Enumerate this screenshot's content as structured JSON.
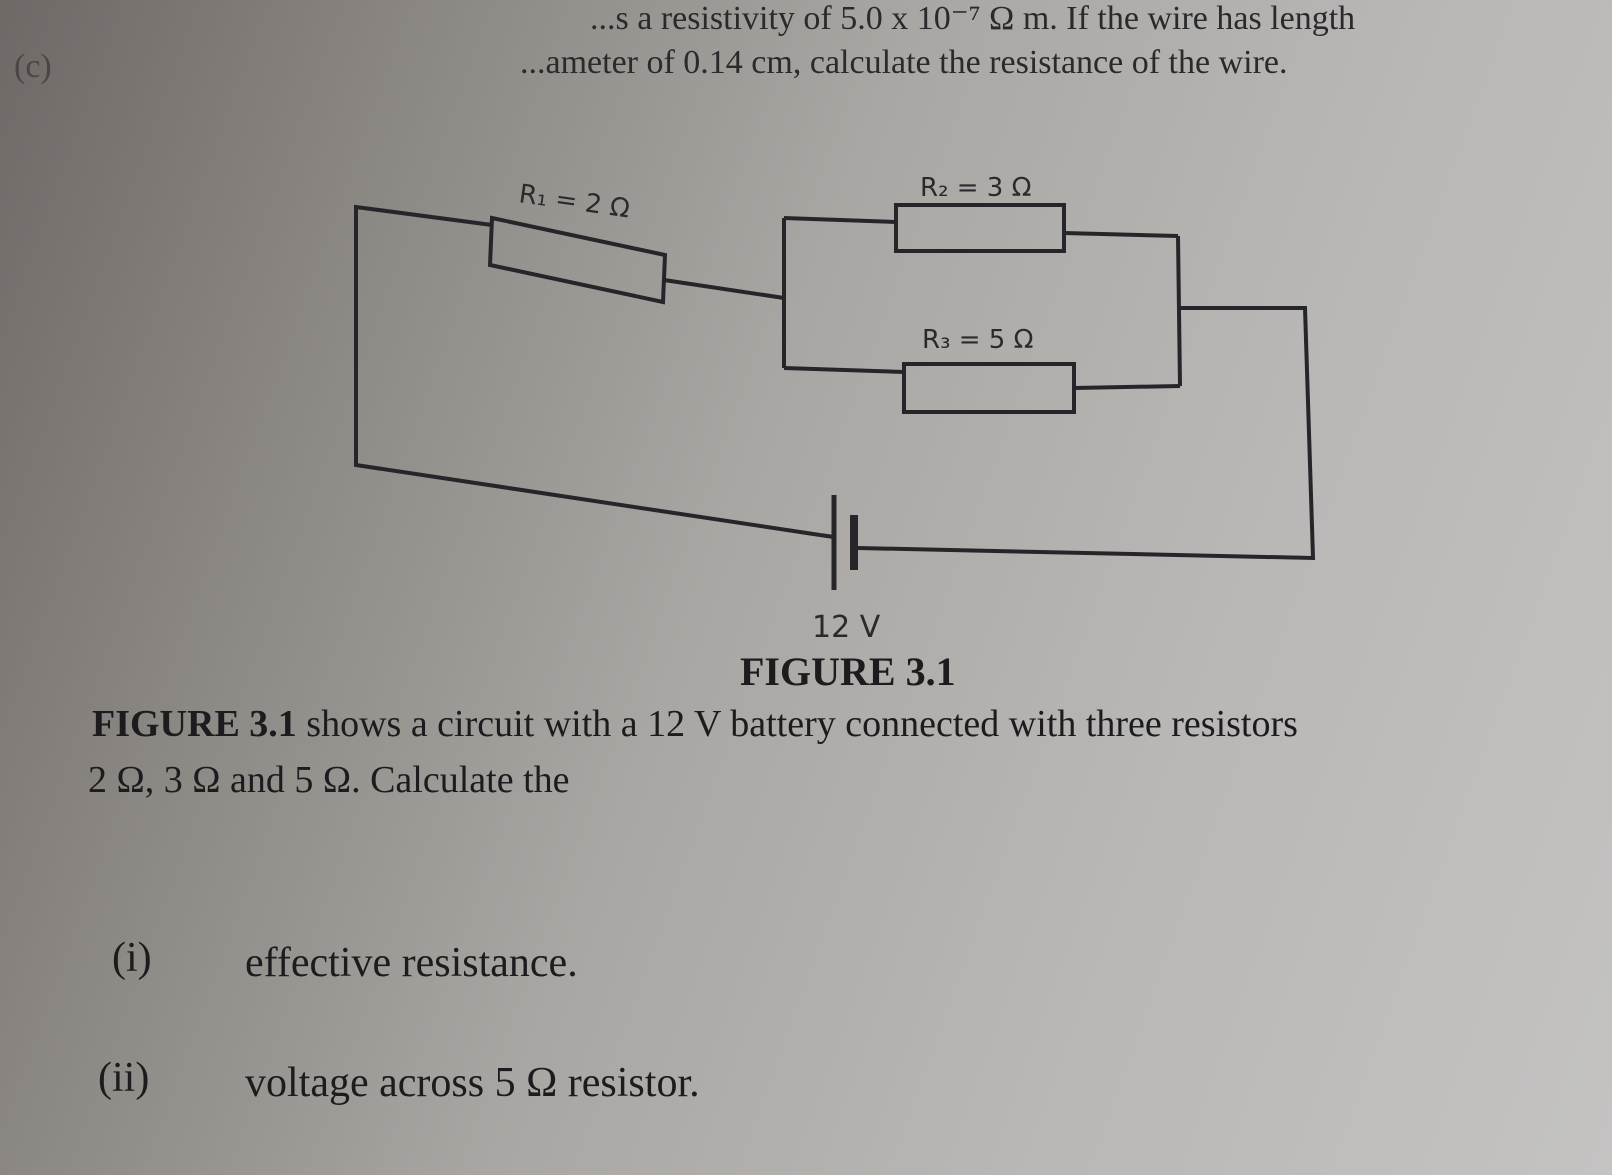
{
  "question_label": "(c)",
  "top_text": {
    "line1": "...s a resistivity of 5.0 x 10⁻⁷ Ω m. If the wire has length",
    "line2": "...ameter of 0.14 cm, calculate the resistance of the wire."
  },
  "circuit": {
    "r1_label": "R₁ = 2 Ω",
    "r2_label": "R₂ = 3 Ω",
    "r3_label": "R₃ = 5 Ω",
    "battery_label": "12 V"
  },
  "figure_caption": "FIGURE 3.1",
  "body": {
    "bold_lead": "FIGURE 3.1",
    "line1_rest": " shows a circuit with a 12 V battery connected with three resistors",
    "line2": "2 Ω, 3 Ω and 5 Ω. Calculate the"
  },
  "items": [
    {
      "num": "(i)",
      "text": "effective resistance."
    },
    {
      "num": "(ii)",
      "text": "voltage across 5 Ω resistor."
    }
  ]
}
